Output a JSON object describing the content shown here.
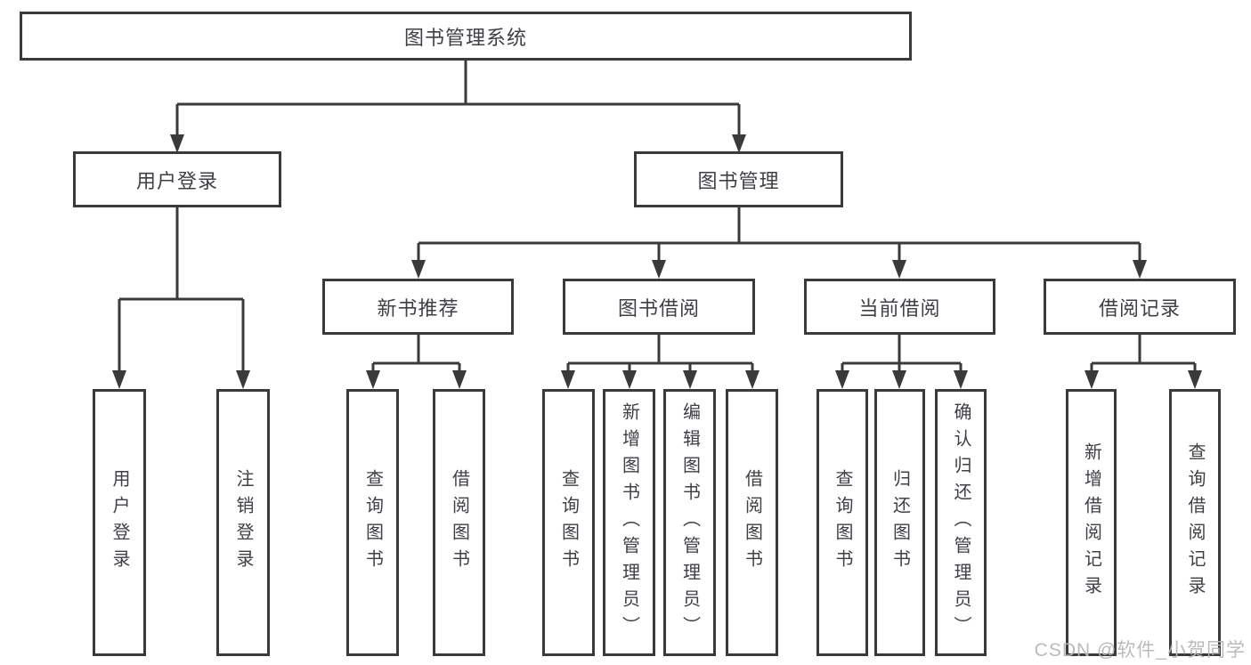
{
  "tree": {
    "root": "图书管理系统",
    "children": [
      {
        "label": "用户登录",
        "children": [
          {
            "label": "用户登录"
          },
          {
            "label": "注销登录"
          }
        ]
      },
      {
        "label": "图书管理",
        "children": [
          {
            "label": "新书推荐",
            "children": [
              {
                "label": "查询图书"
              },
              {
                "label": "借阅图书"
              }
            ]
          },
          {
            "label": "图书借阅",
            "children": [
              {
                "label": "查询图书"
              },
              {
                "label": "新增图书（管理员）"
              },
              {
                "label": "编辑图书（管理员）"
              },
              {
                "label": "借阅图书"
              }
            ]
          },
          {
            "label": "当前借阅",
            "children": [
              {
                "label": "查询图书"
              },
              {
                "label": "归还图书"
              },
              {
                "label": "确认归还（管理员）"
              }
            ]
          },
          {
            "label": "借阅记录",
            "children": [
              {
                "label": "新增借阅记录"
              },
              {
                "label": "查询借阅记录"
              }
            ]
          }
        ]
      }
    ]
  },
  "watermark": {
    "text": "CSDN @软件_小贺同学"
  },
  "colors": {
    "line": "#3a3a3a",
    "box_border": "#3a3a3a",
    "box_fill": "#ffffff",
    "text": "#3e4046",
    "watermark": "#b7b7b7"
  }
}
